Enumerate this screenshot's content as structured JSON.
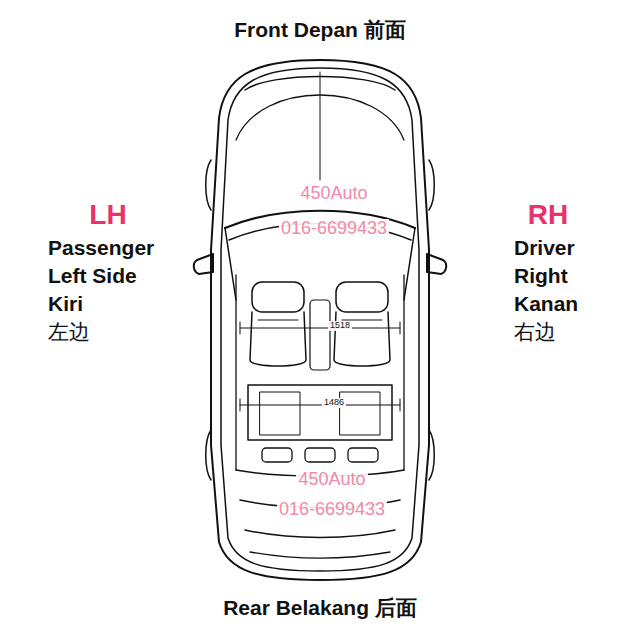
{
  "diagram": {
    "labels": [
      "Front Depan 前面",
      "LH",
      "Passenger",
      "Left Side",
      "Kiri",
      "左边",
      "RH",
      "Driver",
      "Right",
      "Kanan",
      "右边",
      "450Auto",
      "016-6699433",
      "1518",
      "1486",
      "450Auto",
      "016-6699433",
      "Rear Belakang 后面"
    ]
  }
}
